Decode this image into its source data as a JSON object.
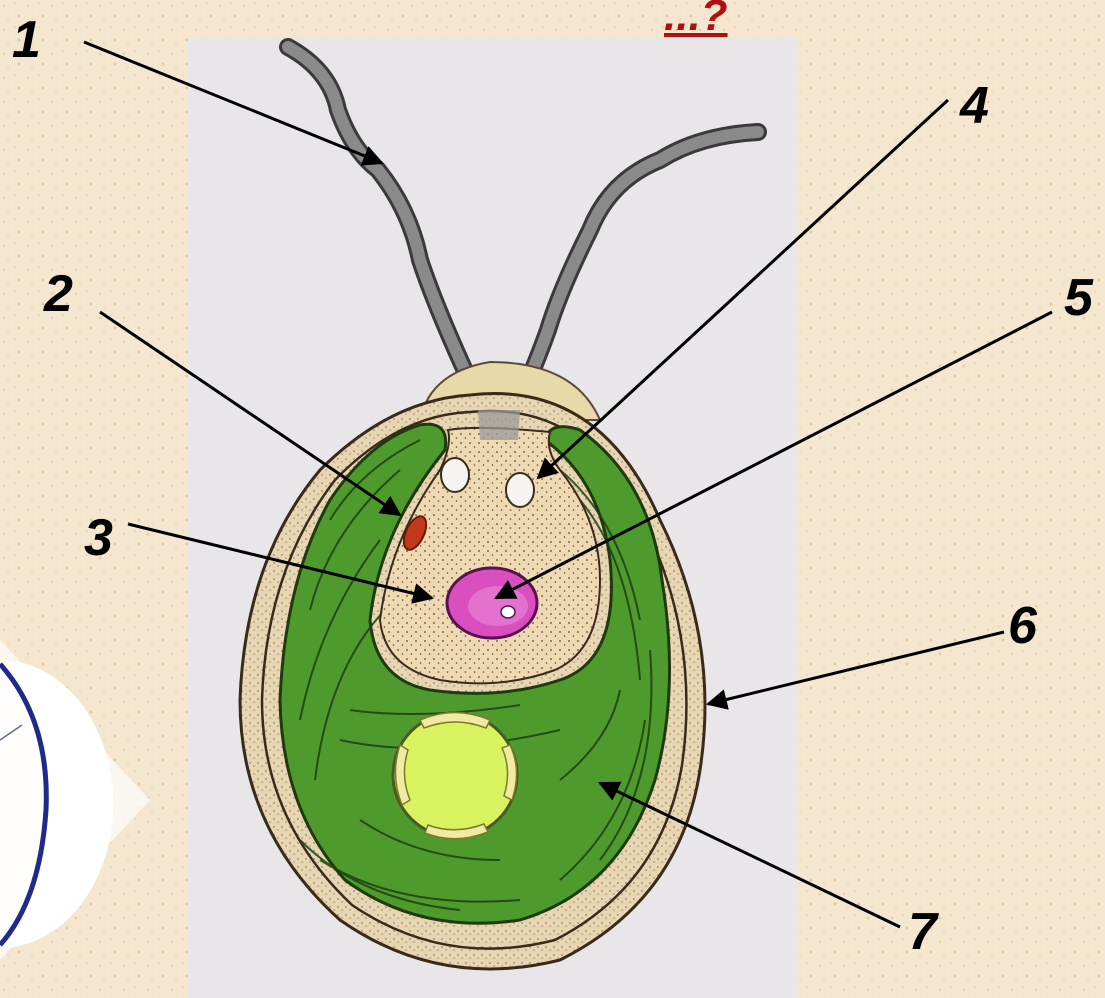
{
  "title_mark": "...?",
  "labels": [
    "1",
    "2",
    "3",
    "4",
    "5",
    "6",
    "7"
  ],
  "colors": {
    "background": "#f5e7cf",
    "panel": "#e9e6ea",
    "chloroplast": "#4f9a2c",
    "cytoplasm": "#efd9b3",
    "nucleus": "#d94fc0",
    "pyrenoid": "#d9f260",
    "stigma": "#c0391b",
    "flagellum": "#8a8a8a",
    "title_mark": "#b01010"
  }
}
